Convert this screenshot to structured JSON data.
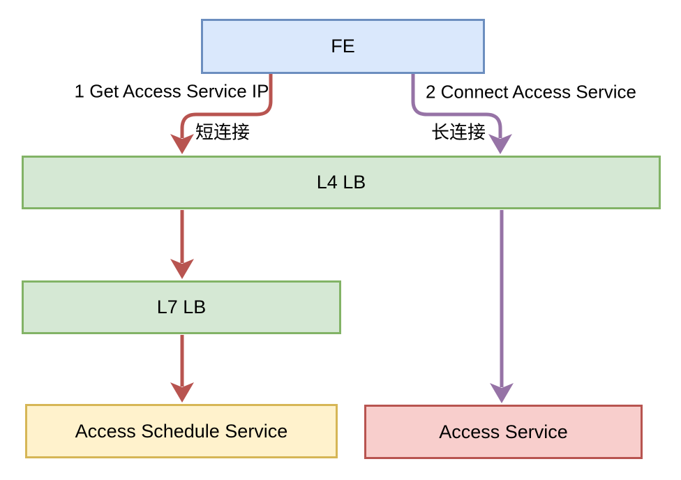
{
  "diagram": {
    "nodes": {
      "fe": {
        "label": "FE",
        "fill": "#dae8fc",
        "border": "#6c8ebf"
      },
      "l4lb": {
        "label": "L4 LB",
        "fill": "#d5e8d4",
        "border": "#82b366"
      },
      "l7lb": {
        "label": "L7 LB",
        "fill": "#d5e8d4",
        "border": "#82b366"
      },
      "access_schedule": {
        "label": "Access Schedule Service",
        "fill": "#fff2cc",
        "border": "#d6b656"
      },
      "access_service": {
        "label": "Access Service",
        "fill": "#f8cecc",
        "border": "#b85450"
      }
    },
    "edges": {
      "get_ip": {
        "from": "FE",
        "to": "L4 LB",
        "label": "1 Get Access Service IP",
        "sublabel": "短连接",
        "color": "#b85450"
      },
      "connect": {
        "from": "FE",
        "to": "L4 LB",
        "label": "2 Connect Access Service",
        "sublabel": "长连接",
        "color": "#9673a6"
      },
      "l4_to_l7": {
        "from": "L4 LB",
        "to": "L7 LB",
        "label": "",
        "color": "#b85450"
      },
      "l7_to_sched": {
        "from": "L7 LB",
        "to": "Access Schedule Service",
        "label": "",
        "color": "#b85450"
      },
      "l4_to_svc": {
        "from": "L4 LB",
        "to": "Access Service",
        "label": "",
        "color": "#9673a6"
      }
    },
    "colors": {
      "background": "#ffffff",
      "text": "#000000",
      "red_edge": "#b85450",
      "purple_edge": "#9673a6"
    }
  }
}
